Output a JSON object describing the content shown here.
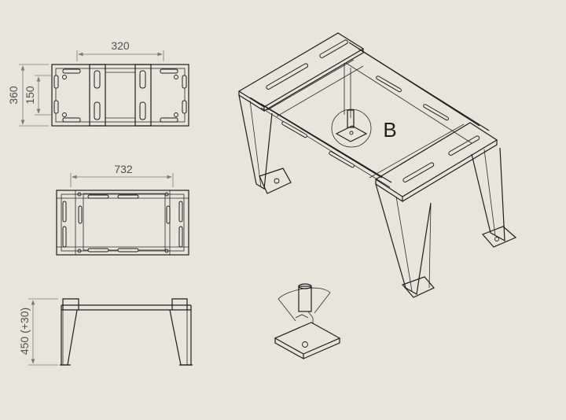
{
  "dimensions": {
    "top_width": "320",
    "top_depth_outer": "360",
    "top_depth_inner": "150",
    "front_width": "732",
    "side_height": "450 (+30)"
  },
  "detail_label": "B"
}
